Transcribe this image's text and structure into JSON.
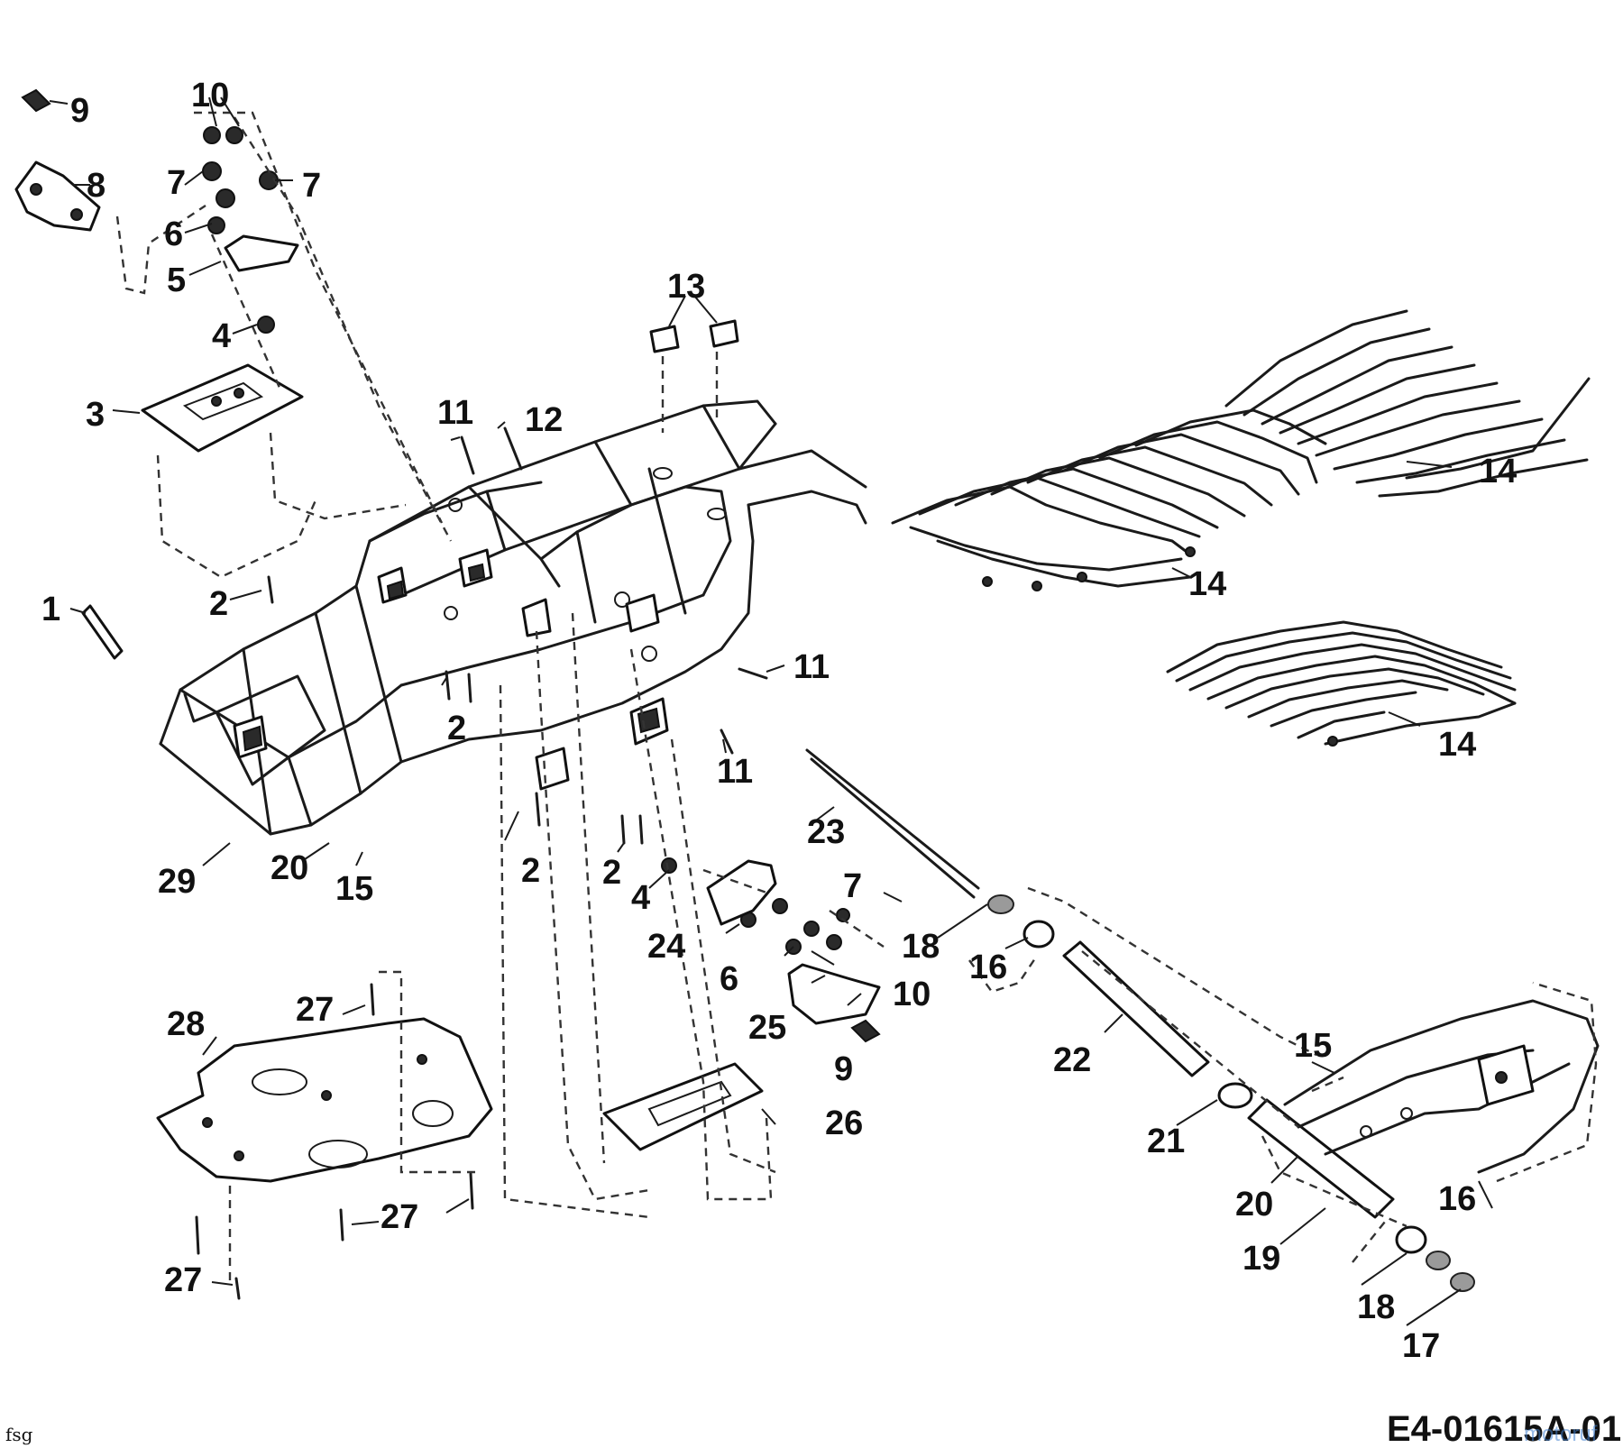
{
  "diagram": {
    "drawing_code": "E4-01615A-01",
    "corner_tag": "fsg",
    "watermark": "motoruf",
    "colors": {
      "ink": "#111111",
      "background": "#ffffff",
      "watermark": "#3f7fd0"
    },
    "labels": [
      {
        "id": "l1",
        "text": "1"
      },
      {
        "id": "l2a",
        "text": "2"
      },
      {
        "id": "l2b",
        "text": "2"
      },
      {
        "id": "l2c",
        "text": "2"
      },
      {
        "id": "l2d",
        "text": "2"
      },
      {
        "id": "l3",
        "text": "3"
      },
      {
        "id": "l4a",
        "text": "4"
      },
      {
        "id": "l4b",
        "text": "4"
      },
      {
        "id": "l5",
        "text": "5"
      },
      {
        "id": "l6a",
        "text": "6"
      },
      {
        "id": "l6b",
        "text": "6"
      },
      {
        "id": "l7a",
        "text": "7"
      },
      {
        "id": "l7b",
        "text": "7"
      },
      {
        "id": "l7c",
        "text": "7"
      },
      {
        "id": "l8",
        "text": "8"
      },
      {
        "id": "l9a",
        "text": "9"
      },
      {
        "id": "l9b",
        "text": "9"
      },
      {
        "id": "l10a",
        "text": "10"
      },
      {
        "id": "l10b",
        "text": "10"
      },
      {
        "id": "l11a",
        "text": "11"
      },
      {
        "id": "l11b",
        "text": "11"
      },
      {
        "id": "l11c",
        "text": "11"
      },
      {
        "id": "l12",
        "text": "12"
      },
      {
        "id": "l13",
        "text": "13"
      },
      {
        "id": "l14a",
        "text": "14"
      },
      {
        "id": "l14b",
        "text": "14"
      },
      {
        "id": "l14c",
        "text": "14"
      },
      {
        "id": "l15a",
        "text": "15"
      },
      {
        "id": "l15b",
        "text": "15"
      },
      {
        "id": "l16a",
        "text": "16"
      },
      {
        "id": "l16b",
        "text": "16"
      },
      {
        "id": "l17",
        "text": "17"
      },
      {
        "id": "l18a",
        "text": "18"
      },
      {
        "id": "l18b",
        "text": "18"
      },
      {
        "id": "l19",
        "text": "19"
      },
      {
        "id": "l20a",
        "text": "20"
      },
      {
        "id": "l20b",
        "text": "20"
      },
      {
        "id": "l21",
        "text": "21"
      },
      {
        "id": "l22",
        "text": "22"
      },
      {
        "id": "l23",
        "text": "23"
      },
      {
        "id": "l24",
        "text": "24"
      },
      {
        "id": "l25",
        "text": "25"
      },
      {
        "id": "l26",
        "text": "26"
      },
      {
        "id": "l27a",
        "text": "27"
      },
      {
        "id": "l27b",
        "text": "27"
      },
      {
        "id": "l27c",
        "text": "27"
      },
      {
        "id": "l28",
        "text": "28"
      },
      {
        "id": "l29",
        "text": "29"
      }
    ]
  }
}
